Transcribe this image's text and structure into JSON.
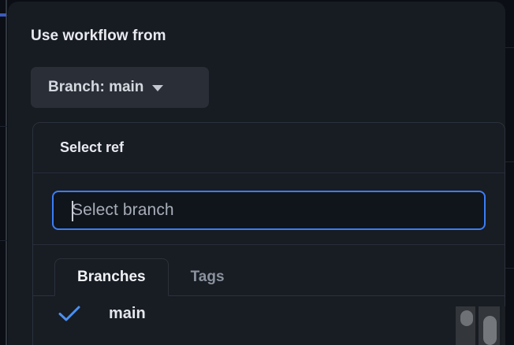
{
  "dialog": {
    "title": "Use workflow from",
    "branch_button": {
      "label": "Branch: main",
      "caret_icon": "chevron-down-icon"
    }
  },
  "ref_picker": {
    "header_title": "Select ref",
    "search": {
      "placeholder": "Select branch",
      "value": "",
      "focused": true
    },
    "tabs": [
      {
        "label": "Branches",
        "active": true
      },
      {
        "label": "Tags",
        "active": false
      }
    ],
    "items": [
      {
        "label": "main",
        "selected": true,
        "check_icon": "check-icon"
      }
    ]
  },
  "colors": {
    "dialog_background": "#171b22",
    "panel_background": "#181c23",
    "page_background": "#0b0e14",
    "accent_blue": "#3b7df6",
    "check_blue": "#4a90f0",
    "button_background": "#2a2f37",
    "border": "#2b313b",
    "text_primary": "#e8eaf0",
    "text_muted": "#8b929d",
    "placeholder": "#a8aeb8"
  }
}
